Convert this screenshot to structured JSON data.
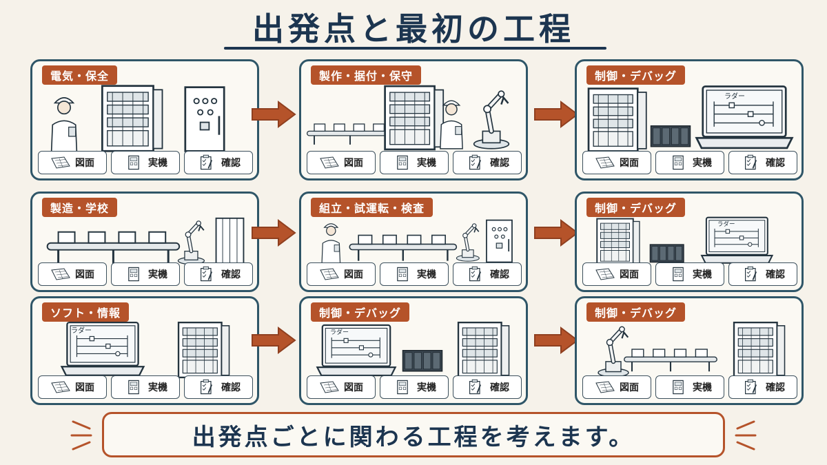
{
  "title": "出発点と最初の工程",
  "footer": "出発点ごとに関わる工程を考えます。",
  "rows": [
    {
      "start": {
        "label": "電気・保全",
        "chips": [
          "図面",
          "実機",
          "確認"
        ]
      },
      "first": {
        "label": "製作・据付・保守",
        "chips": [
          "図面",
          "実機",
          "確認"
        ]
      },
      "next": {
        "label": "制御・デバッグ",
        "chips": [
          "図面",
          "実機",
          "確認"
        ],
        "screen_text": ""
      }
    },
    {
      "start": {
        "label": "製造・学校",
        "chips": [
          "図面",
          "実機",
          "確認"
        ]
      },
      "first": {
        "label": "組立・試運転・検査",
        "chips": [
          "図面",
          "実機",
          "確認"
        ]
      },
      "next": {
        "label": "制御・デバッグ",
        "chips": [
          "図面",
          "実機",
          "確認"
        ],
        "screen_text": "ラダー"
      }
    },
    {
      "start": {
        "label": "ソフト・情報",
        "chips": [
          "図面",
          "実機",
          "確認"
        ],
        "screen_text": "ラダー"
      },
      "first": {
        "label": "制御・デバッグ",
        "chips": [
          "図面",
          "実機",
          "確認"
        ],
        "screen_text": "ラダー"
      },
      "next": {
        "label": "制御・デバッグ",
        "chips": [
          "図面",
          "実機",
          "確認"
        ]
      }
    }
  ],
  "top_right_screen_text": "ラダー",
  "colors": {
    "accent": "#b5532a",
    "border": "#2f5668",
    "title": "#1c3550",
    "background": "#f6f2ea"
  },
  "icons": [
    "drawing-icon",
    "machine-icon",
    "checklist-icon",
    "arrow-right-icon"
  ]
}
